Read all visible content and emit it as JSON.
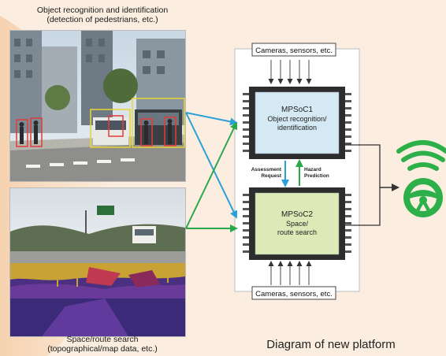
{
  "captions": {
    "top_line1": "Object recognition and identification",
    "top_line2": "(detection of pedestrians, etc.)",
    "bottom_line1": "Space/route search",
    "bottom_line2": "(topographical/map data, etc.)"
  },
  "platform": {
    "title": "Diagram of new platform",
    "inputs_top": "Cameras, sensors, etc.",
    "inputs_bottom": "Cameras, sensors, etc.",
    "chip1": {
      "line1": "MPSoC1",
      "line2": "Object recognition/",
      "line3": "identification"
    },
    "chip2": {
      "line1": "MPSoC2",
      "line2": "Space/",
      "line3": "route search"
    },
    "link_down": {
      "line1": "Assessment",
      "line2": "Request"
    },
    "link_up": {
      "line1": "Hazard",
      "line2": "Prediction"
    }
  },
  "colors": {
    "background": "#fbeee0",
    "chip1_fill": "#d4e9f3",
    "chip2_fill": "#dde9b7",
    "blue_arrow": "#2b9fd8",
    "green_arrow": "#2aa84a",
    "steering_icon": "#2db04a"
  },
  "icons": [
    "steering-wheel-icon",
    "wireless-signal-icon"
  ]
}
